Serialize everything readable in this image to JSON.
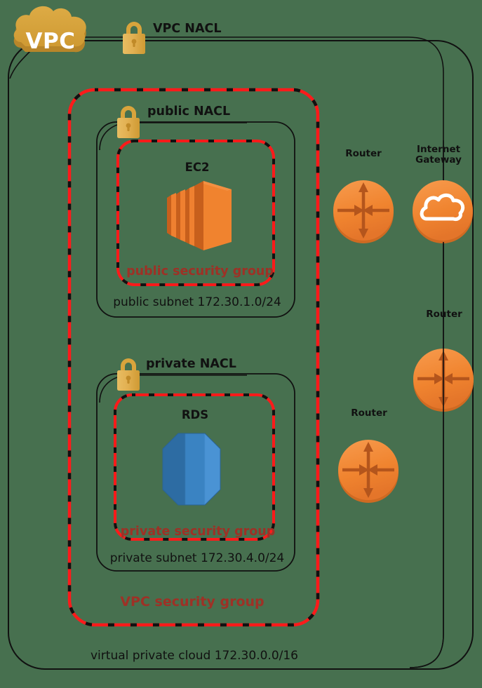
{
  "diagram": {
    "title": "AWS VPC network architecture",
    "background_color": "#47704f"
  },
  "colors": {
    "background": "#47704f",
    "boundary_black": "#111111",
    "security_group_red": "#ff1a1a",
    "security_group_text": "#9e3126",
    "lock_gold": "#e0b04a",
    "lock_gold_dark": "#c8932f",
    "vpc_cloud_gold": "#d9a43c",
    "vpc_cloud_shadow": "#b8862a",
    "aws_orange": "#f58536",
    "aws_orange_dark": "#d4691f",
    "ec2_orange": "#f07d28",
    "ec2_orange_dark": "#c75f1c",
    "rds_blue": "#3d87c9",
    "rds_blue_dark": "#2a6396",
    "label_text": "#111111",
    "white": "#ffffff"
  },
  "vpc_cloud": {
    "label": "VPC",
    "icon": "cloud-icon"
  },
  "nacls": [
    {
      "id": "vpc-nacl",
      "label": "VPC NACL",
      "icon": "lock-icon"
    },
    {
      "id": "public-nacl",
      "label": "public NACL",
      "icon": "lock-icon"
    },
    {
      "id": "private-nacl",
      "label": "private NACL",
      "icon": "lock-icon"
    }
  ],
  "subnets": [
    {
      "id": "public-subnet",
      "label": "public subnet 172.30.1.0/24",
      "cidr": "172.30.1.0/24",
      "security_group": "public security group",
      "service": {
        "name": "EC2",
        "icon": "ec2-icon"
      }
    },
    {
      "id": "private-subnet",
      "label": "private subnet 172.30.4.0/24",
      "cidr": "172.30.4.0/24",
      "security_group": "private security group",
      "service": {
        "name": "RDS",
        "icon": "rds-icon"
      }
    }
  ],
  "vpc_security_group": {
    "label": "VPC security group"
  },
  "vpc_boundary": {
    "label": "virtual private cloud 172.30.0.0/16",
    "cidr": "172.30.0.0/16"
  },
  "network_devices": [
    {
      "id": "router-top",
      "label": "Router",
      "icon": "router-icon"
    },
    {
      "id": "internet-gw",
      "label": "Internet\nGateway",
      "label_line1": "Internet",
      "label_line2": "Gateway",
      "icon": "internet-gateway-icon"
    },
    {
      "id": "router-right",
      "label": "Router",
      "icon": "router-icon"
    },
    {
      "id": "router-bottom",
      "label": "Router",
      "icon": "router-icon"
    }
  ]
}
